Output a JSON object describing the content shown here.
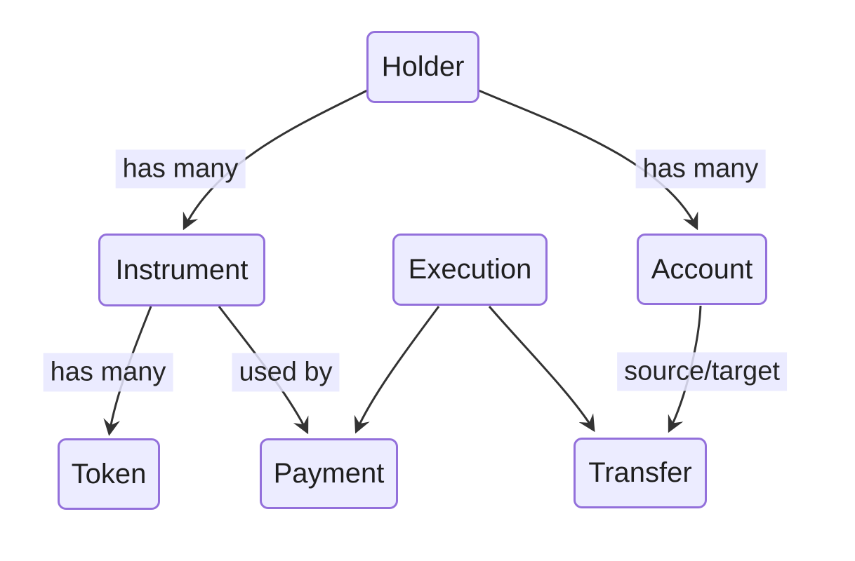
{
  "diagram": {
    "type": "flowchart",
    "direction": "top-down",
    "colors": {
      "background": "#ffffff",
      "node_fill": "#ECECFF",
      "node_border": "#9370DB",
      "edge_stroke": "#333333",
      "edge_label_background": "rgba(232,232,255,0.85)",
      "text": "#1f1f1f"
    },
    "nodes": [
      {
        "id": "holder",
        "label": "Holder"
      },
      {
        "id": "instrument",
        "label": "Instrument"
      },
      {
        "id": "execution",
        "label": "Execution"
      },
      {
        "id": "account",
        "label": "Account"
      },
      {
        "id": "token",
        "label": "Token"
      },
      {
        "id": "payment",
        "label": "Payment"
      },
      {
        "id": "transfer",
        "label": "Transfer"
      }
    ],
    "edges": [
      {
        "from": "Holder",
        "to": "Instrument",
        "label": "has many"
      },
      {
        "from": "Holder",
        "to": "Account",
        "label": "has many"
      },
      {
        "from": "Instrument",
        "to": "Token",
        "label": "has many"
      },
      {
        "from": "Instrument",
        "to": "Payment",
        "label": "used by"
      },
      {
        "from": "Execution",
        "to": "Payment",
        "label": ""
      },
      {
        "from": "Execution",
        "to": "Transfer",
        "label": ""
      },
      {
        "from": "Account",
        "to": "Transfer",
        "label": "source/target"
      }
    ]
  }
}
